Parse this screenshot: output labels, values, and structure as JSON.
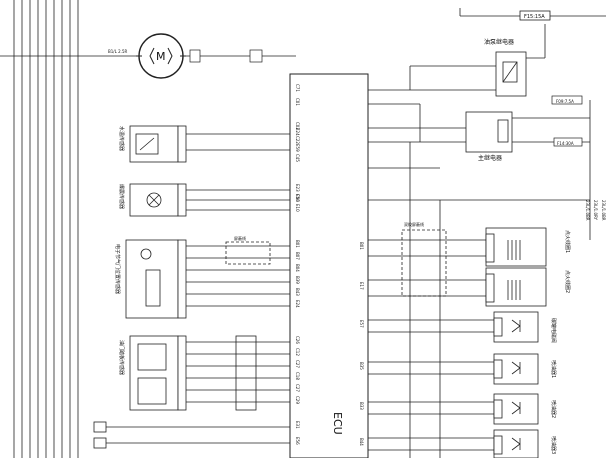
{
  "fuse_main": "F15:15A",
  "fuse_a": "F09:7.5A",
  "fuse_b": "F14:30A",
  "motor_symbol": "M",
  "motor_wire": "B1/L 2.5R",
  "main_relay_label": "主继电器",
  "oil_pump_relay_label": "油泵继电器",
  "ecu_label": "ECU",
  "shield_label_top": "屏蔽线",
  "shield_label_mid": "双绞屏蔽线",
  "sensor_labels": [
    "水温传感器",
    "爆震传感器",
    "电子节气门位置传感器",
    "油门踏板传感器"
  ],
  "ignition_labels": [
    "点火线圈1",
    "点火线圈2"
  ],
  "injector_labels": [
    "碳罐电磁阀",
    "喷油器1",
    "喷油器2",
    "喷油器3"
  ],
  "ecu_pins_left": [
    "C71",
    "C01",
    "C02",
    "C22",
    "C45",
    "C03",
    "E24",
    "E59",
    "E23",
    "E56",
    "E10",
    "B01",
    "B07",
    "B04",
    "B39",
    "B43",
    "E24",
    "C26",
    "C12",
    "C27",
    "C18",
    "C27",
    "C29",
    "E31",
    "E56"
  ],
  "ecu_pins_right": [
    "B01",
    "E17",
    "E57",
    "B35",
    "B33",
    "B44"
  ],
  "right_vertical": [
    "23L/1.0BR",
    "23L/1.0RY",
    "23L/1.0BR"
  ]
}
